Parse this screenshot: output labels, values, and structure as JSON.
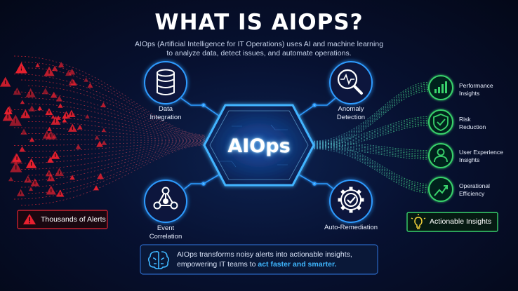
{
  "header": {
    "title": "WHAT IS AIOPS?",
    "subtitle_line1": "AIOps (Artificial Intelligence for IT Operations) uses AI and machine learning",
    "subtitle_line2": "to analyze data, detect issues, and automate operations."
  },
  "center": {
    "label": "AIOps"
  },
  "nodes": {
    "data_integration": {
      "line1": "Data",
      "line2": "Integration",
      "icon": "database-icon"
    },
    "anomaly_detection": {
      "line1": "Anomaly",
      "line2": "Detection",
      "icon": "magnifier-pulse-icon"
    },
    "event_correlation": {
      "line1": "Event",
      "line2": "Correlation",
      "icon": "network-graph-icon"
    },
    "auto_remediation": {
      "line1": "Auto-Remediation",
      "icon": "gear-check-icon"
    }
  },
  "insights": [
    {
      "line1": "Performance",
      "line2": "Insights",
      "icon": "bar-chart-icon"
    },
    {
      "line1": "Risk",
      "line2": "Reduction",
      "icon": "shield-check-icon"
    },
    {
      "line1": "User Experience",
      "line2": "Insights",
      "icon": "user-icon"
    },
    {
      "line1": "Operational",
      "line2": "Efficiency",
      "icon": "trend-up-icon"
    }
  ],
  "left_box": {
    "label": "Thousands of Alerts",
    "icon": "warning-icon"
  },
  "right_box": {
    "label": "Actionable Insights",
    "icon": "lightbulb-icon"
  },
  "bottom": {
    "line1": "AIOps transforms noisy alerts into actionable insights,",
    "line2_prefix": "empowering IT teams to ",
    "line2_highlight": "act faster and smarter.",
    "icon": "brain-icon"
  },
  "colors": {
    "background": "#050a1c",
    "alert_red": "#e8202f",
    "node_blue": "#2f9bff",
    "insight_green": "#39d26c",
    "highlight_blue": "#3fb7ff"
  }
}
